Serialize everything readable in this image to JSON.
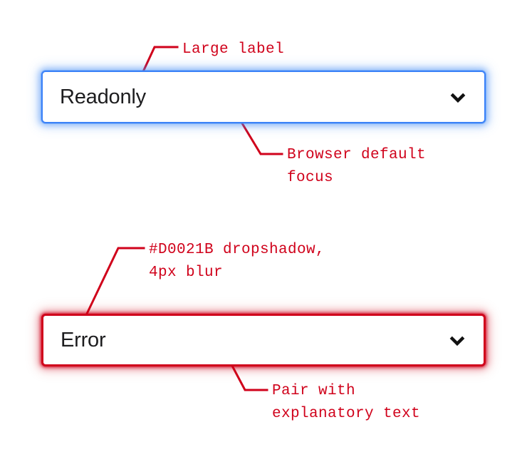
{
  "page": {
    "background_color": "#FFFFFF",
    "annotation_color": "#D0021B",
    "focus_color": "#4A90F6",
    "text_color": "#1D1D1F"
  },
  "controls": [
    {
      "name": "readonly-select",
      "value": "Readonly",
      "state": "focused",
      "border_color": "#3B82F8",
      "icon": "chevron-down-icon"
    },
    {
      "name": "error-select",
      "value": "Error",
      "state": "error",
      "border_color": "#D0021B",
      "icon": "chevron-down-icon"
    }
  ],
  "annotations": [
    {
      "id": "large-label",
      "lines": [
        "Large label"
      ],
      "text": "Large label"
    },
    {
      "id": "browser-default-focus",
      "lines": [
        "Browser default",
        "focus"
      ],
      "text": "Browser default\nfocus"
    },
    {
      "id": "dropshadow-spec",
      "lines": [
        "#D0021B dropshadow,",
        "4px blur"
      ],
      "text": "#D0021B dropshadow,\n4px blur"
    },
    {
      "id": "pair-with-explanatory-text",
      "lines": [
        "Pair with",
        "explanatory text"
      ],
      "text": "Pair with\nexplanatory text"
    }
  ]
}
